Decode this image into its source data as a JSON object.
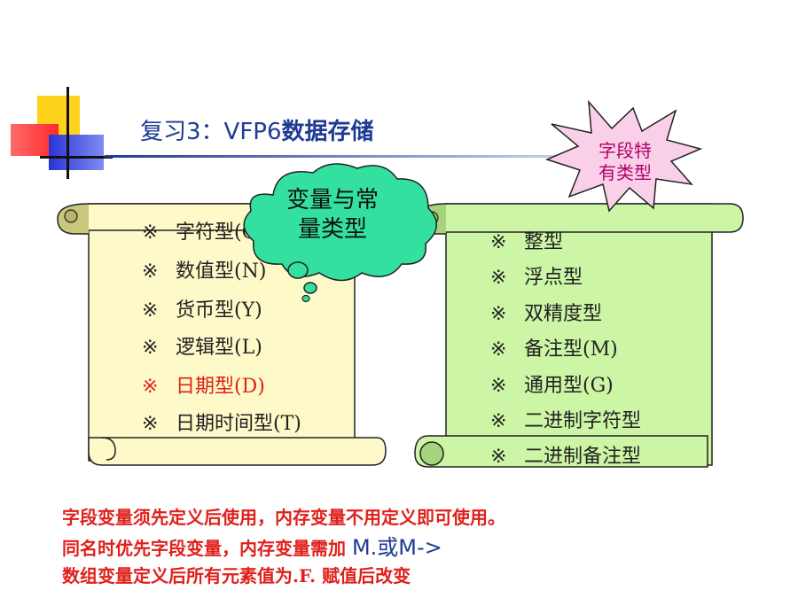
{
  "title": {
    "prefix": "复习3：VFP6",
    "suffix": "数据存储"
  },
  "left_scroll": {
    "items": [
      {
        "mark": "※",
        "text": "字符型(C)"
      },
      {
        "mark": "※",
        "text": "数值型(N)"
      },
      {
        "mark": "※",
        "text": "货币型(Y)"
      },
      {
        "mark": "※",
        "text": "逻辑型(L)"
      },
      {
        "mark": "※",
        "text": "日期型(D)",
        "highlight": true
      },
      {
        "mark": "※",
        "text": "日期时间型(T)"
      }
    ]
  },
  "cloud": {
    "line1": "变量与常",
    "line2": "量类型"
  },
  "star": {
    "line1": "字段特",
    "line2": "有类型"
  },
  "right_scroll": {
    "items": [
      {
        "mark": "※",
        "text": "整型"
      },
      {
        "mark": "※",
        "text": "浮点型"
      },
      {
        "mark": "※",
        "text": "双精度型"
      },
      {
        "mark": "※",
        "text": "备注型(M)"
      },
      {
        "mark": "※",
        "text": "通用型(G)"
      },
      {
        "mark": "※",
        "text": "二进制字符型"
      },
      {
        "mark": "※",
        "text": "二进制备注型"
      }
    ]
  },
  "notes": {
    "line1": "字段变量须先定义后使用，内存变量不用定义即可使用。",
    "line2_text": "同名时优先字段变量，内存变量需加",
    "line2_code": "M.或M->",
    "line3": "数组变量定义后所有元素值为.F. 赋值后改变"
  },
  "colors": {
    "left_scroll": "#fdf9c8",
    "right_scroll": "#ccf5a5",
    "cloud": "#33e0a0",
    "star": "#fad0e8",
    "title": "#1f3a93",
    "note": "#e0201b"
  }
}
